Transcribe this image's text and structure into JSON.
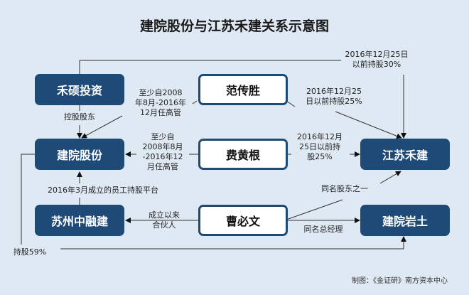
{
  "title": "建院股份与江苏禾建关系示意图",
  "nodes": {
    "heshuo": "禾硕投资",
    "fanchuansheng": "范传胜",
    "jianyuan": "建院股份",
    "feihuanggen": "费黄根",
    "jiangsuhejian": "江苏禾建",
    "suzhou": "苏州中融建",
    "caobiwen": "曹必文",
    "yantu": "建院岩土"
  },
  "edges": {
    "heshuo_to_jiangsu": "2016年12月25日\n以前持股30%",
    "heshuo_to_jianyuan": "控股股东",
    "fan_to_jianyuan": "至少自2008\n年8月-2016年\n12月任高管",
    "fan_to_jiangsu": "2016年12月25\n日以前持股25%",
    "fei_to_jianyuan": "至少自\n2008年8月\n-2016年12\n月任高管",
    "fei_to_jiangsu": "2016年12月\n25日以前持\n股25%",
    "suzhou_to_jianyuan": "2016年3月成立的员工持股平台",
    "cao_to_suzhou": "成立以来\n合伙人",
    "cao_to_jiangsu": "同名股东之一",
    "cao_to_yantu": "同名总经理",
    "jianyuan_to_yantu": "持股59%"
  },
  "credit": "制图：《金证研》南方资本中心"
}
